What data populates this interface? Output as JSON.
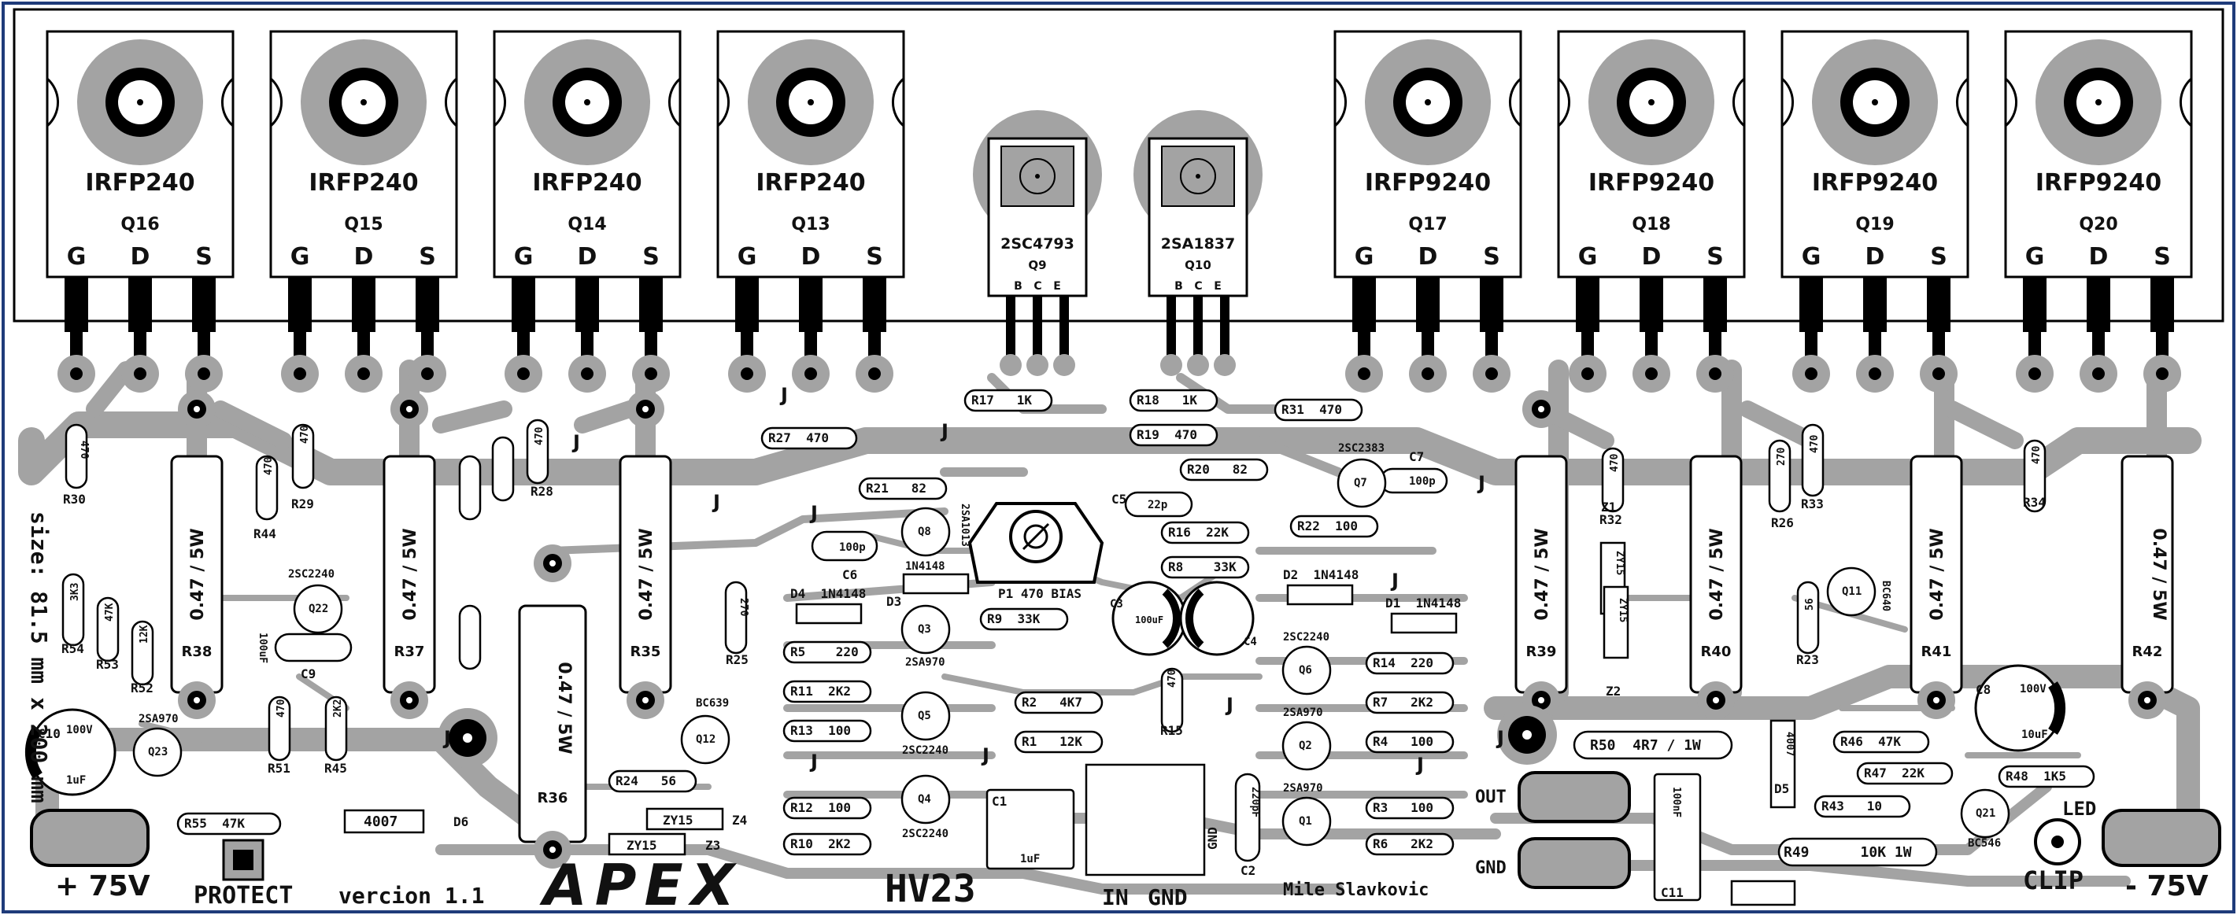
{
  "board": {
    "size_text": "size: 81.5 mm x 200 mm",
    "version": "vercion 1.1",
    "brand": "APEX",
    "model": "HV23",
    "author": "Mile Slavkovic",
    "pos_rail": "+ 75V",
    "neg_rail": "- 75V",
    "protect": "PROTECT",
    "clip": "CLIP",
    "led": "LED",
    "in": "IN",
    "gnd": "GND",
    "out": "OUT",
    "gnd2": "GND",
    "gnd3": "GND"
  },
  "colors": {
    "copper": "#a3a3a3",
    "outline": "#000000",
    "frame": "#1f3b7a"
  },
  "mosfets_n": [
    {
      "part": "IRFP240",
      "ref": "Q16"
    },
    {
      "part": "IRFP240",
      "ref": "Q15"
    },
    {
      "part": "IRFP240",
      "ref": "Q14"
    },
    {
      "part": "IRFP240",
      "ref": "Q13"
    }
  ],
  "mosfets_p": [
    {
      "part": "IRFP9240",
      "ref": "Q17"
    },
    {
      "part": "IRFP9240",
      "ref": "Q18"
    },
    {
      "part": "IRFP9240",
      "ref": "Q19"
    },
    {
      "part": "IRFP9240",
      "ref": "Q20"
    }
  ],
  "pins_gds": [
    "G",
    "D",
    "S"
  ],
  "drivers": [
    {
      "part": "2SC4793",
      "ref": "Q9",
      "pins": "B   C   E"
    },
    {
      "part": "2SA1837",
      "ref": "Q10",
      "pins": "B   C   E"
    }
  ],
  "power_resistors": [
    {
      "value": "0.47 / 5W",
      "ref": "R38"
    },
    {
      "value": "0.47 / 5W",
      "ref": "R37"
    },
    {
      "value": "0.47 / 5W",
      "ref": "R35"
    },
    {
      "value": "0.47 / 5W",
      "ref": "R36"
    },
    {
      "value": "0.47 / 5W",
      "ref": "R39"
    },
    {
      "value": "0.47 / 5W",
      "ref": "R40"
    },
    {
      "value": "0.47 / 5W",
      "ref": "R41"
    },
    {
      "value": "0.47 / 5W",
      "ref": "R42"
    }
  ],
  "labels": {
    "R30": "R30",
    "v470": "470",
    "R44": "R44",
    "R29": "R29",
    "R28": "R28",
    "R27": "R27  470",
    "R17": "R17   1K",
    "R18": "R18   1K",
    "R19": "R19  470",
    "R31": "R31  470",
    "R20": "R20   82",
    "R21": "R21   82",
    "R16": "R16  22K",
    "R8": "R8    33K",
    "R9": "R9  33K",
    "R22": "R22  100",
    "R14": "R14  220",
    "R7": "R7   2K2",
    "R4": "R4   100",
    "R3": "R3   100",
    "R6": "R6   2K2",
    "R5": "R5    220",
    "R11": "R11  2K2",
    "R13": "R13  100",
    "R12": "R12  100",
    "R10": "R10  2K2",
    "R2": "R2   4K7",
    "R1": "R1   12K",
    "R15": "R15",
    "R24": "R24   56",
    "R25": "R25",
    "R54": "R54",
    "R53": "R53",
    "R52": "R52",
    "R51": "R51",
    "R45": "R45",
    "R55": "R55  47K",
    "R50": "R50  4R7 / 1W",
    "R49": "R49      10K 1W",
    "R43": "R43   10",
    "R46": "R46  47K",
    "R47": "R47  22K",
    "R48": "R48  1K5",
    "R23": "R23",
    "R26": "R26",
    "R32": "R32",
    "R33": "R33",
    "R34": "R34",
    "P1": "P1 470 BIAS",
    "C1": "C1",
    "C1v": "1uF",
    "C2": "C2",
    "C2v": "220pF",
    "C3": "C3",
    "C3v": "100uF",
    "C4": "C4",
    "C5": "C5",
    "C5v": "22p",
    "C6": "C6",
    "C6v": "100p",
    "C7": "C7",
    "C7v": "100p",
    "C8": "C8",
    "C8v": "100V",
    "C8c": "10uF",
    "C9": "C9",
    "C9v": "100uF",
    "C10": "C10",
    "C10v": "100V",
    "C10c": "1uF",
    "C11": "C11",
    "C11v": "100nF",
    "D1": "D1  1N4148",
    "D2": "D2  1N4148",
    "D3": "D3",
    "D3v": "1N4148",
    "D4": "D4  1N4148",
    "D5": "D5",
    "D6": "D6",
    "D5v": "4007",
    "D6v": "4007",
    "Z1": "Z1",
    "Z2": "Z2",
    "Z3": "Z3",
    "Z4": "Z4",
    "ZY15": "ZY15",
    "Q1": "Q1",
    "Q2": "Q2",
    "Q3": "Q3",
    "Q4": "Q4",
    "Q5": "Q5",
    "Q6": "Q6",
    "Q7": "Q7",
    "Q8": "Q8",
    "Q11": "Q11",
    "Q12": "Q12",
    "Q21": "Q21",
    "Q22": "Q22",
    "Q23": "Q23",
    "t2SC2240": "2SC2240",
    "t2SA970": "2SA970",
    "t2SC2383": "2SC2383",
    "t2SA1013": "2SA1013",
    "tBC639": "BC639",
    "tBC640": "BC640",
    "tBC546": "BC546",
    "v3K3": "3K3",
    "v47K": "47K",
    "v12K": "12K",
    "v2K2": "2K2",
    "v270": "270",
    "v56": "56",
    "J": "J"
  }
}
